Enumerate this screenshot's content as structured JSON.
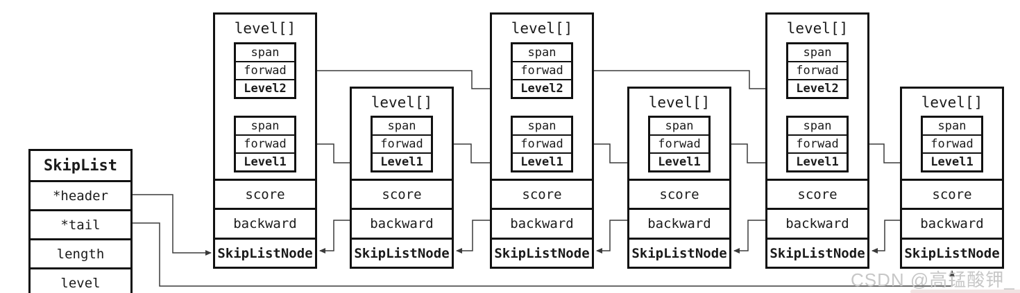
{
  "skiplist": {
    "title": "SkipList",
    "fields": [
      "*header",
      "*tail",
      "length",
      "level"
    ]
  },
  "nodes": [
    {
      "title": "level[]",
      "level_boxes": [
        [
          "span",
          "forwad",
          "Level2"
        ],
        [
          "span",
          "forwad",
          "Level1"
        ]
      ],
      "fields": [
        "score",
        "backward",
        "SkipListNode"
      ]
    },
    {
      "title": "level[]",
      "level_boxes": [
        [
          "span",
          "forwad",
          "Level1"
        ]
      ],
      "fields": [
        "score",
        "backward",
        "SkipListNode"
      ]
    },
    {
      "title": "level[]",
      "level_boxes": [
        [
          "span",
          "forwad",
          "Level2"
        ],
        [
          "span",
          "forwad",
          "Level1"
        ]
      ],
      "fields": [
        "score",
        "backward",
        "SkipListNode"
      ]
    },
    {
      "title": "level[]",
      "level_boxes": [
        [
          "span",
          "forwad",
          "Level1"
        ]
      ],
      "fields": [
        "score",
        "backward",
        "SkipListNode"
      ]
    },
    {
      "title": "level[]",
      "level_boxes": [
        [
          "span",
          "forwad",
          "Level2"
        ],
        [
          "span",
          "forwad",
          "Level1"
        ]
      ],
      "fields": [
        "score",
        "backward",
        "SkipListNode"
      ]
    },
    {
      "title": "level[]",
      "level_boxes": [
        [
          "span",
          "forwad",
          "Level1"
        ]
      ],
      "fields": [
        "score",
        "backward",
        "SkipListNode"
      ]
    }
  ],
  "watermark": "CSDN @高锰酸钾_",
  "colors": {
    "border": "#111111",
    "arrow": "#3a3a3a",
    "watermark": "#c7c7c7",
    "bottom_bar": "#f1e3e3"
  }
}
